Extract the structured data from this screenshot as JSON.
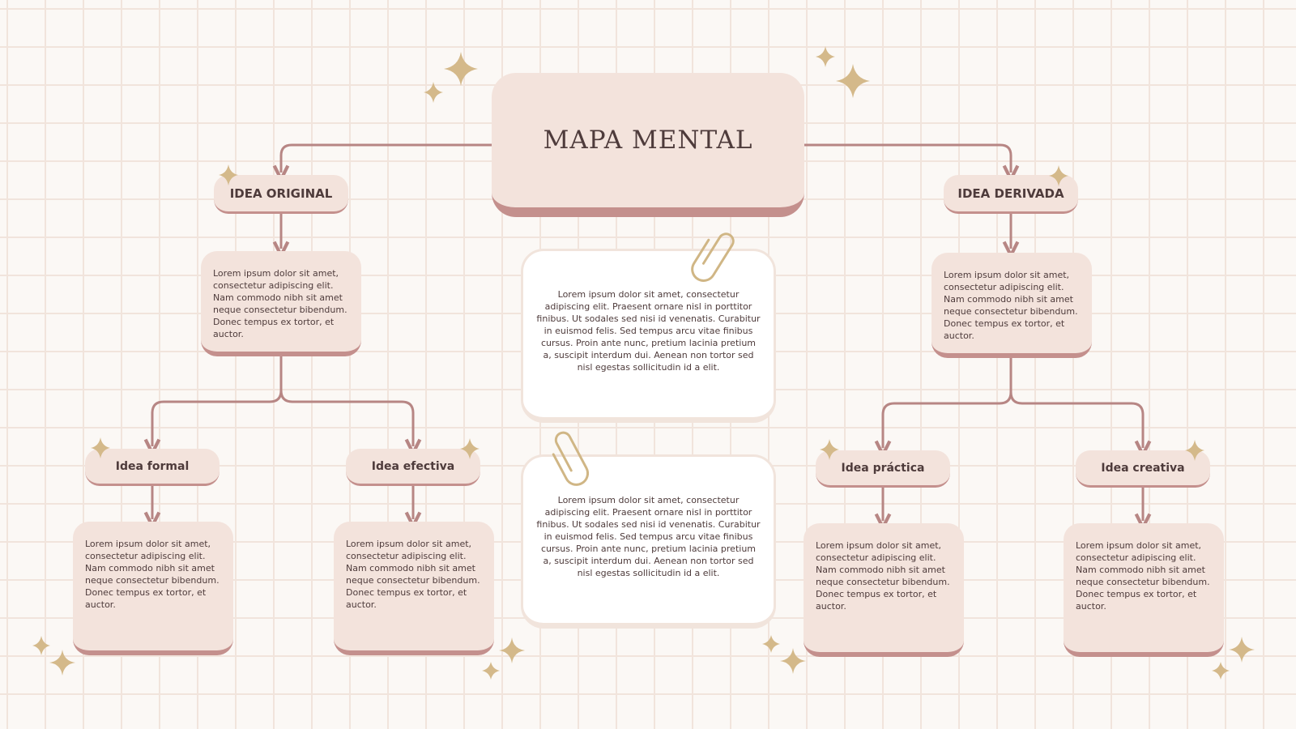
{
  "title": "MAPA MENTAL",
  "branches": {
    "left": {
      "heading": "IDEA ORIGINAL",
      "description": "Lorem ipsum dolor sit amet, consectetur adipiscing elit. Nam commodo nibh sit amet neque consectetur bibendum. Donec tempus ex tortor, et auctor.",
      "children": [
        {
          "label": "Idea formal",
          "description": "Lorem ipsum dolor sit amet, consectetur adipiscing elit. Nam commodo nibh sit amet neque consectetur bibendum. Donec tempus ex tortor, et auctor."
        },
        {
          "label": "Idea efectiva",
          "description": "Lorem ipsum dolor sit amet, consectetur adipiscing elit. Nam commodo nibh sit amet neque consectetur bibendum. Donec tempus ex tortor, et auctor."
        }
      ]
    },
    "right": {
      "heading": "IDEA DERIVADA",
      "description": "Lorem ipsum dolor sit amet, consectetur adipiscing elit. Nam commodo nibh sit amet neque consectetur bibendum. Donec tempus ex tortor, et auctor.",
      "children": [
        {
          "label": "Idea práctica",
          "description": "Lorem ipsum dolor sit amet, consectetur adipiscing elit. Nam commodo nibh sit amet neque consectetur bibendum. Donec tempus ex tortor, et auctor."
        },
        {
          "label": "Idea creativa",
          "description": "Lorem ipsum dolor sit amet, consectetur adipiscing elit. Nam commodo nibh sit amet neque consectetur bibendum. Donec tempus ex tortor, et auctor."
        }
      ]
    }
  },
  "notes": [
    {
      "text": "Lorem ipsum dolor sit amet, consectetur adipiscing elit. Praesent ornare nisl in porttitor finibus. Ut sodales sed nisi id venenatis. Curabitur in euismod felis. Sed tempus arcu vitae finibus cursus. Proin ante nunc, pretium lacinia pretium a, suscipit interdum dui. Aenean non tortor sed nisl egestas sollicitudin id a elit."
    },
    {
      "text": "Lorem ipsum dolor sit amet, consectetur adipiscing elit. Praesent ornare nisl in porttitor finibus. Ut sodales sed nisi id venenatis. Curabitur in euismod felis. Sed tempus arcu vitae finibus cursus. Proin ante nunc, pretium lacinia pretium a, suscipit interdum dui. Aenean non tortor sed nisl egestas sollicitudin id a elit."
    }
  ],
  "colors": {
    "background": "#fbf8f5",
    "grid": "#f1e4dc",
    "box_fill": "#f3e3dc",
    "box_shadow": "#c4908d",
    "connector": "#b78684",
    "text": "#4e3b3b",
    "sparkle": "#d4b98a",
    "paperclip": "#d0b685"
  }
}
